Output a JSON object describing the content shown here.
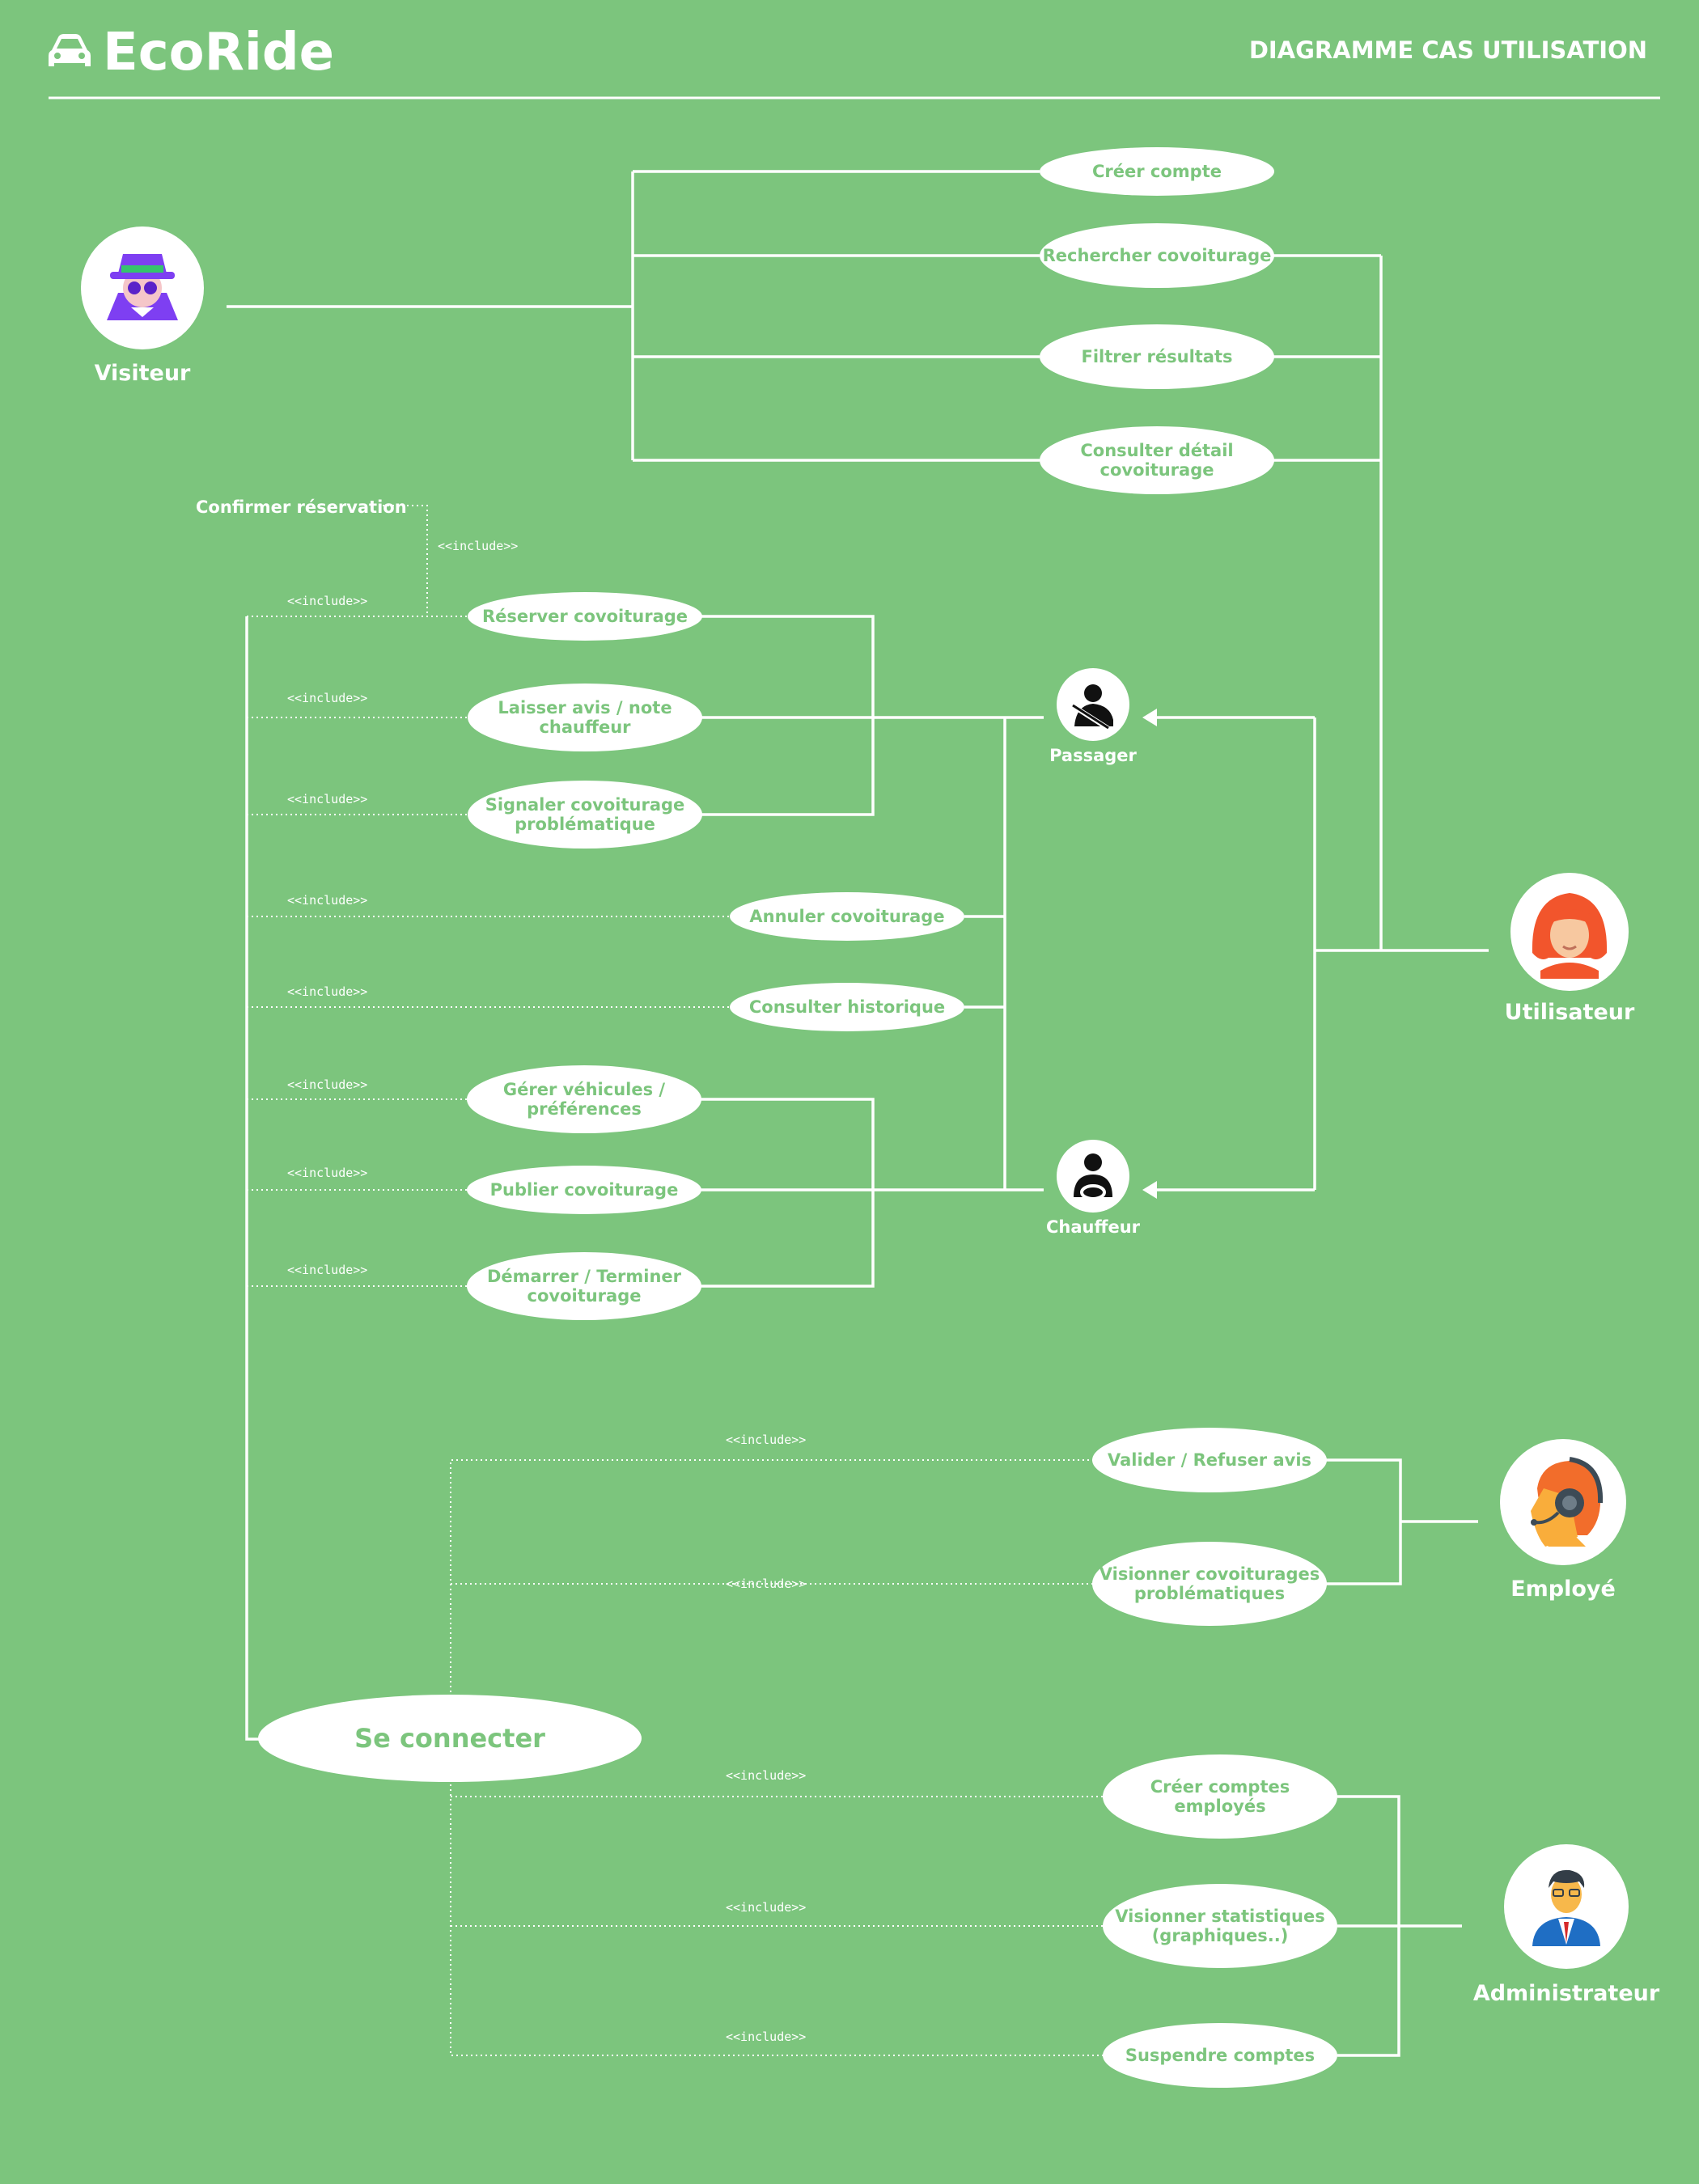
{
  "header": {
    "brand": "EcoRide",
    "diagram_title": "DIAGRAMME CAS UTILISATION"
  },
  "actors": {
    "visiteur": "Visiteur",
    "utilisateur": "Utilisateur",
    "passager": "Passager",
    "chauffeur": "Chauffeur",
    "employe": "Employé",
    "administrateur": "Administrateur"
  },
  "use_cases": {
    "creer_compte": [
      "Créer compte"
    ],
    "rechercher": [
      "Rechercher covoiturage"
    ],
    "filtrer": [
      "Filtrer résultats"
    ],
    "consulter_detail": [
      "Consulter détail",
      "covoiturage"
    ],
    "reserver": [
      "Réserver covoiturage"
    ],
    "laisser_avis": [
      "Laisser avis / note",
      "chauffeur"
    ],
    "signaler": [
      "Signaler covoiturage",
      "problématique"
    ],
    "annuler": [
      "Annuler covoiturage"
    ],
    "historique": [
      "Consulter historique"
    ],
    "gerer_vehicules": [
      "Gérer véhicules /",
      "préférences"
    ],
    "publier": [
      "Publier covoiturage"
    ],
    "demarrer": [
      "Démarrer / Terminer",
      "covoiturage"
    ],
    "valider_avis": [
      "Valider / Refuser avis"
    ],
    "visionner_problematiques": [
      "Visionner covoiturages",
      "problématiques"
    ],
    "creer_employes": [
      "Créer comptes",
      "employés"
    ],
    "statistiques": [
      "Visionner statistiques",
      "(graphiques..)"
    ],
    "suspendre": [
      "Suspendre comptes"
    ],
    "se_connecter": [
      "Se connecter"
    ]
  },
  "notes": {
    "confirmer": "Confirmer réservation",
    "include": "<<include>>"
  },
  "colors": {
    "background": "#7cc57d",
    "line": "#ffffff",
    "use_case_text": "#7cc57d"
  },
  "icons": [
    "car-icon",
    "spy-icon",
    "woman-avatar-icon",
    "passenger-icon",
    "driver-icon",
    "operator-headset-icon",
    "businessman-icon"
  ]
}
